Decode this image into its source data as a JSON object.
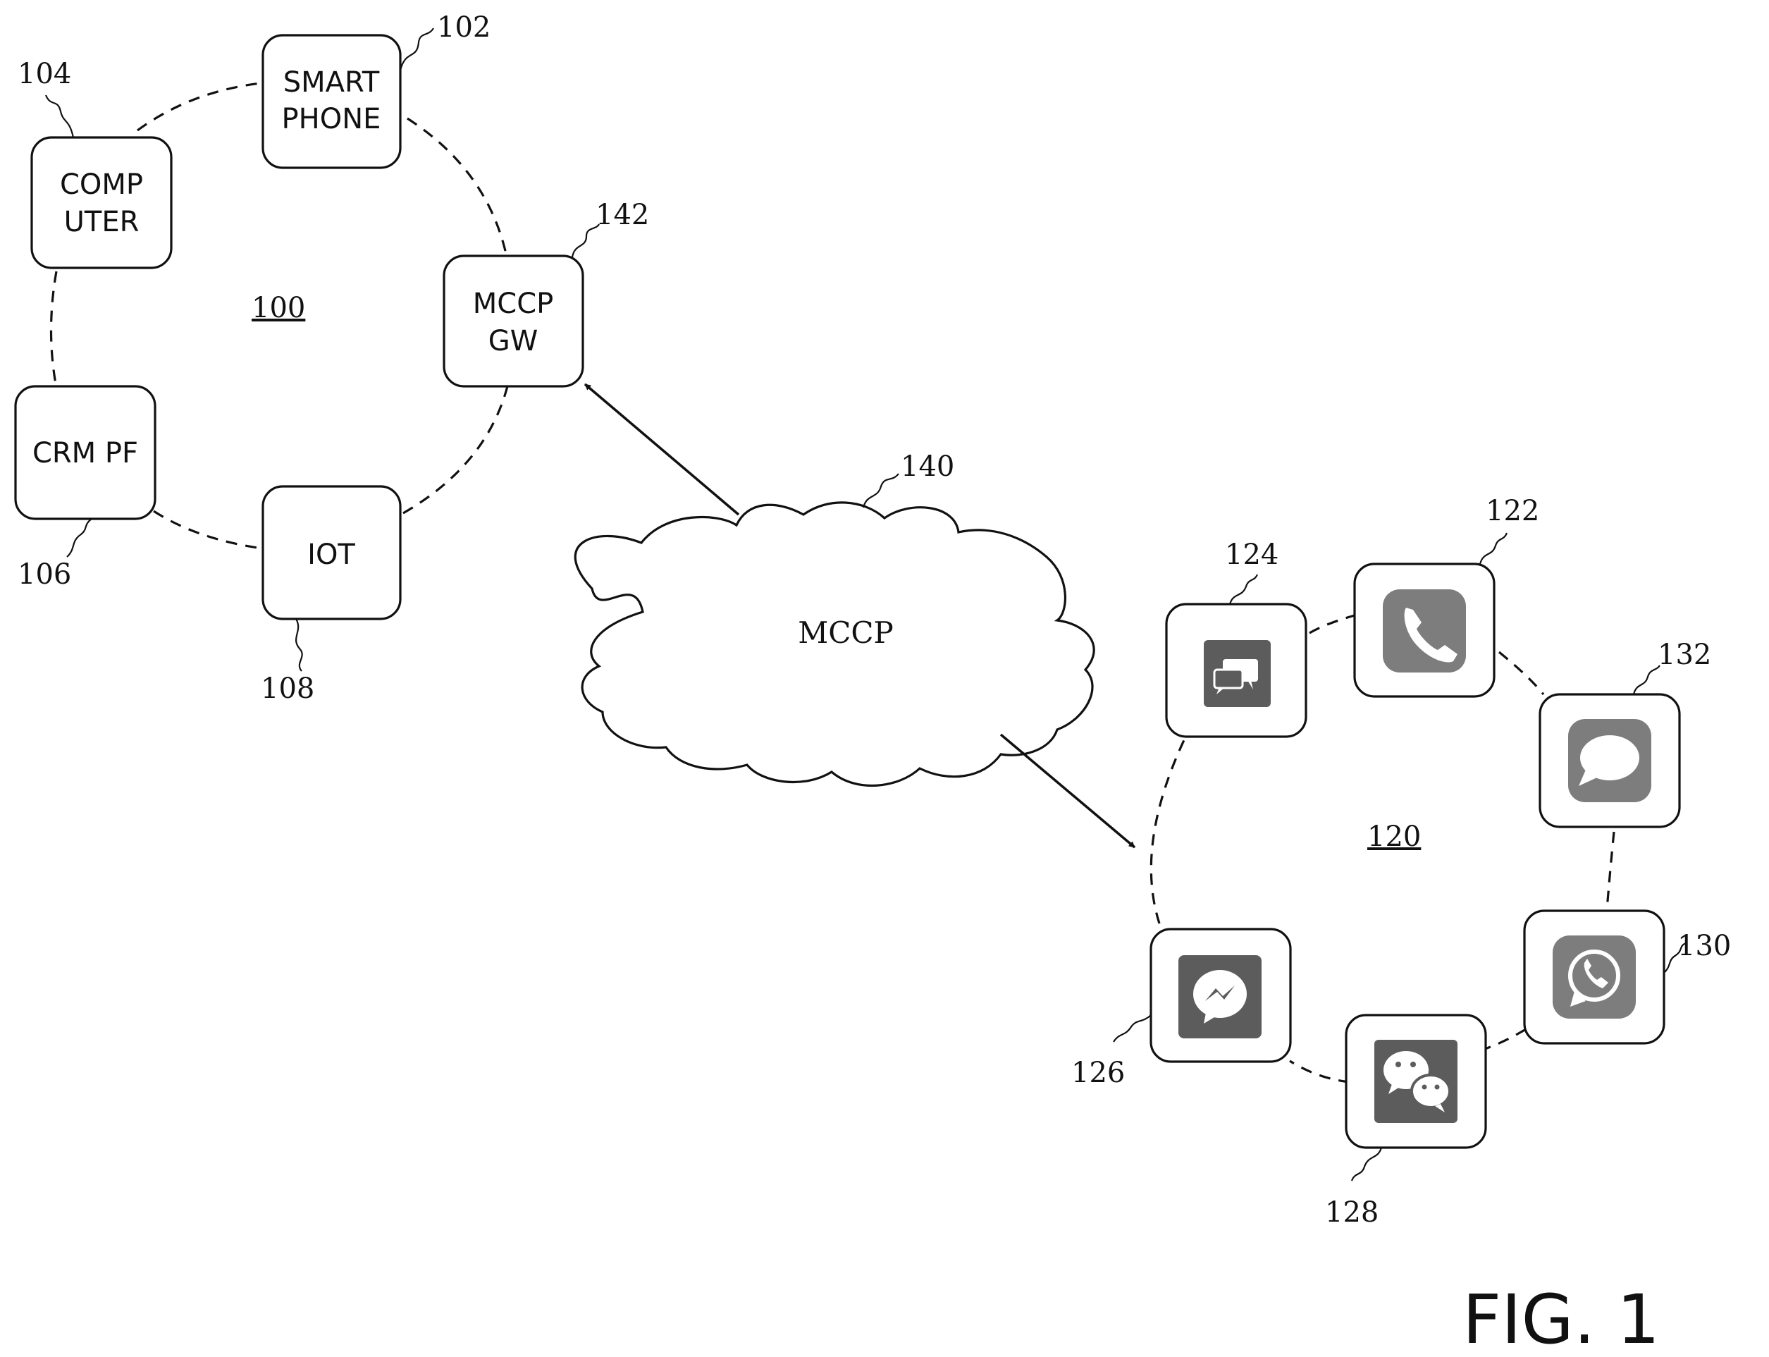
{
  "figure_label": "FIG. 1",
  "cluster_100": {
    "ref": "100",
    "nodes": {
      "smartphone": {
        "ref": "102",
        "line1": "SMART",
        "line2": "PHONE"
      },
      "computer": {
        "ref": "104",
        "line1": "COMP",
        "line2": "UTER"
      },
      "crm": {
        "ref": "106",
        "line1": "CRM PF"
      },
      "iot": {
        "ref": "108",
        "line1": "IOT"
      },
      "gateway": {
        "ref": "142",
        "line1": "MCCP",
        "line2": "GW"
      }
    }
  },
  "cloud": {
    "ref": "140",
    "label": "MCCP"
  },
  "cluster_120": {
    "ref": "120",
    "apps": [
      {
        "key": "phone",
        "ref": "122",
        "icon": "phone-icon"
      },
      {
        "key": "chat",
        "ref": "124",
        "icon": "chat-bubbles-icon"
      },
      {
        "key": "messenger",
        "ref": "126",
        "icon": "messenger-icon"
      },
      {
        "key": "wechat",
        "ref": "128",
        "icon": "wechat-icon"
      },
      {
        "key": "whatsapp",
        "ref": "130",
        "icon": "whatsapp-icon"
      },
      {
        "key": "imessage",
        "ref": "132",
        "icon": "message-bubble-icon"
      }
    ]
  }
}
